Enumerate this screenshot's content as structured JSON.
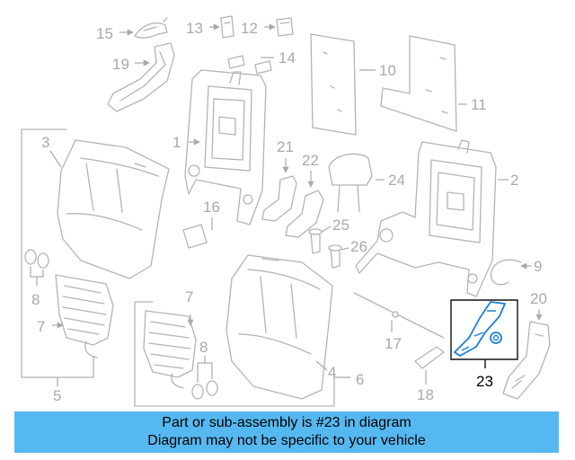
{
  "callouts": {
    "c1": "1",
    "c2": "2",
    "c3": "3",
    "c4": "4",
    "c5": "5",
    "c6": "6",
    "c7a": "7",
    "c7b": "7",
    "c8a": "8",
    "c8b": "8",
    "c9": "9",
    "c10": "10",
    "c11": "11",
    "c12": "12",
    "c13": "13",
    "c14": "14",
    "c15": "15",
    "c16": "16",
    "c17": "17",
    "c18": "18",
    "c19": "19",
    "c20": "20",
    "c21": "21",
    "c22": "22",
    "c23": "23",
    "c24": "24",
    "c25": "25",
    "c26": "26"
  },
  "highlight_color": "#1a7fd6",
  "banner": {
    "background": "#56b8f0",
    "line1": "Part or sub-assembly is #23 in diagram",
    "line2": "Diagram may not be specific to your vehicle"
  }
}
